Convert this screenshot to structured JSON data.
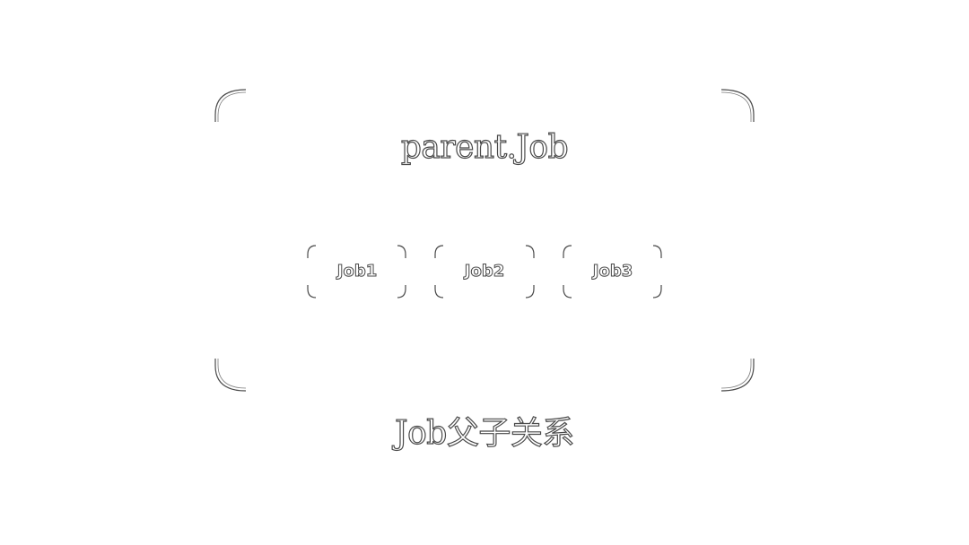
{
  "diagram": {
    "parent_label": "parent.Job",
    "children": [
      {
        "label": "Job1"
      },
      {
        "label": "Job2"
      },
      {
        "label": "Job3"
      }
    ],
    "caption": "Job父子关系",
    "colors": {
      "stroke": "#4a4a4a",
      "fill": "#ffffff",
      "background": "#ffffff"
    }
  }
}
